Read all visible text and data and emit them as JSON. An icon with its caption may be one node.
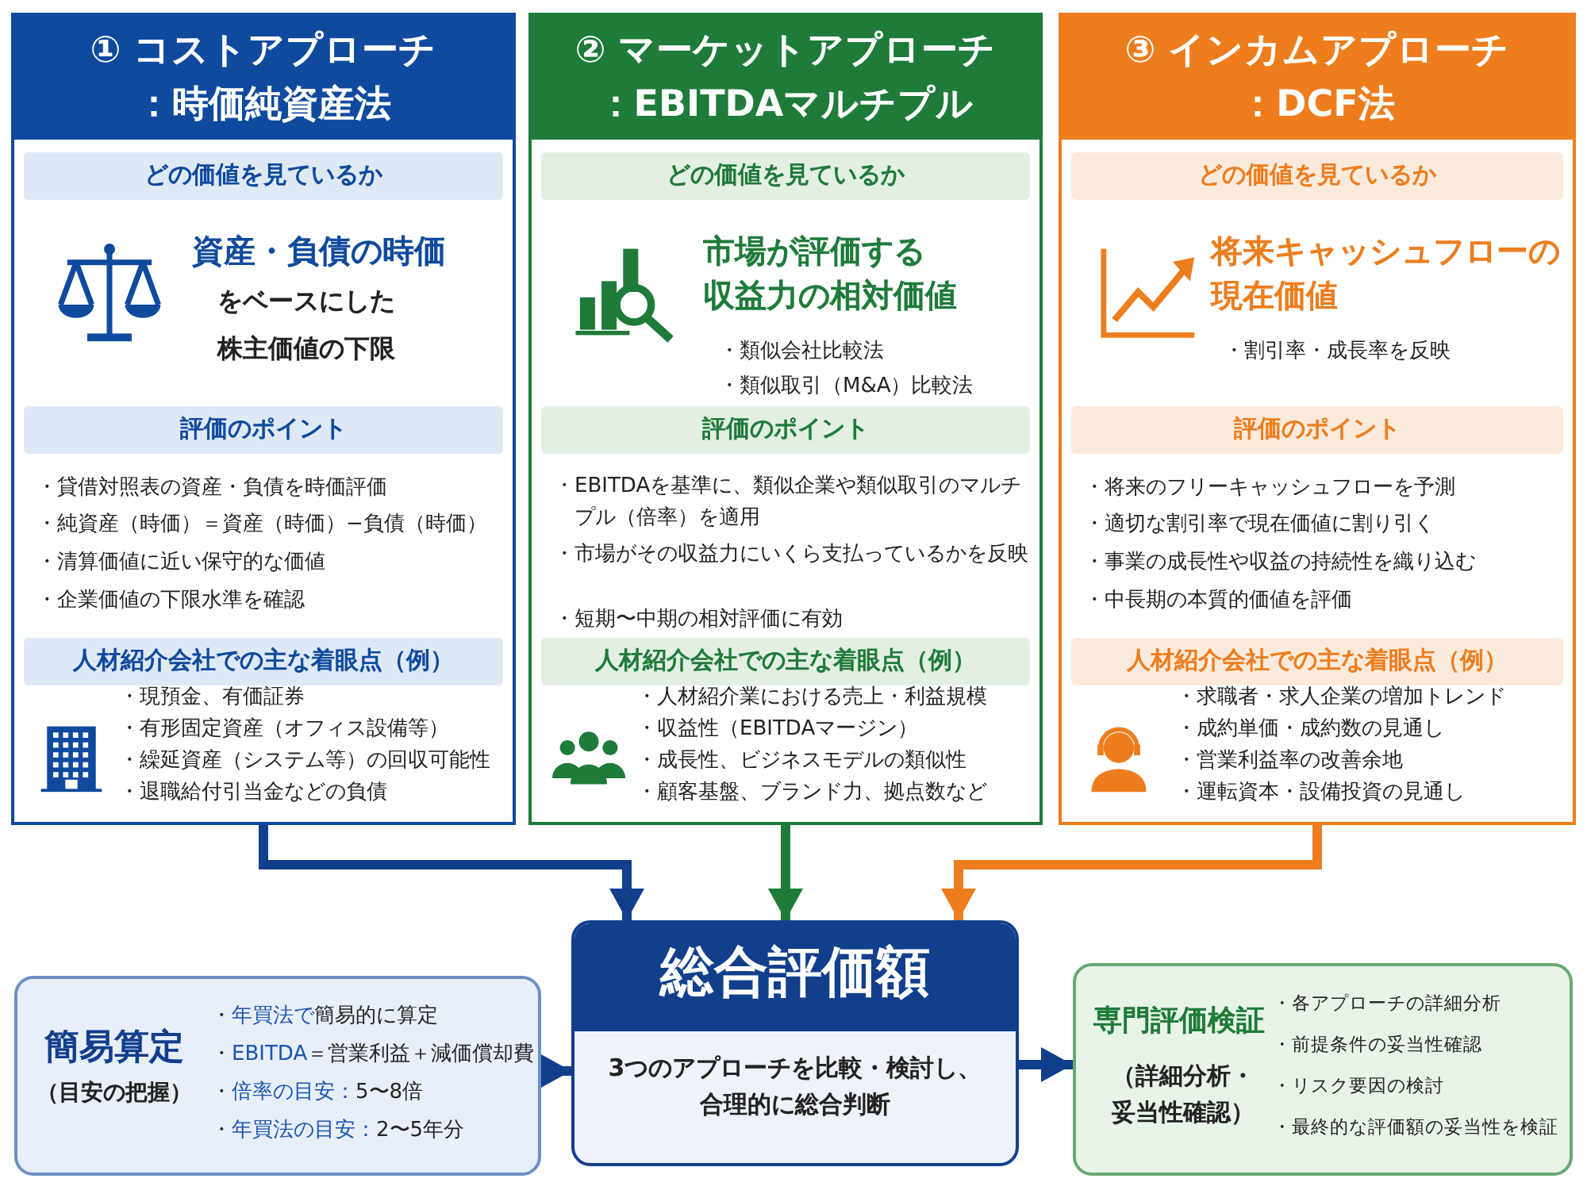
{
  "diagram": {
    "nodes": [
      {
        "text": [
          "① コストアプローチ",
          "：時価純資産法",
          "資産・負債の時価",
          "をベースにした",
          "株主価値の下限",
          "・貸借対照表の資産・負債を時価評価",
          "・純資産（時価）＝資産（時価）−負債（時価）",
          "・清算価値に近い保守的な価値",
          "・企業価値の下限水準を確認",
          "・現預金、有価証券",
          "・有形固定資産（オフィス設備等）",
          "・繰延資産（システム等）の回収可能性",
          "・退職給付引当金などの負債"
        ]
      },
      {
        "text": [
          "どの価値を見ているか"
        ],
        "in": 0
      },
      {
        "text": [
          "評価のポイント"
        ],
        "in": 0
      },
      {
        "text": [
          "人材紹介会社での主な着眼点（例）"
        ],
        "in": 0
      },
      {
        "text": [
          "② マーケットアプローチ",
          "：EBITDAマルチプル",
          "市場が評価する",
          "収益力の相対価値",
          "・類似会社比較法",
          "・類似取引（M&A）比較法",
          "・EBITDAを基準に、類似企業や類似取引のマルチプル（倍率）を適用",
          "・市場がその収益力にいくら支払っているかを反映",
          "・短期〜中期の相対評価に有効",
          "・人材紹介業における売上・利益規模",
          "・収益性（EBITDAマージン）",
          "・成長性、ビジネスモデルの類似性",
          "・顧客基盤、ブランド力、拠点数など"
        ]
      },
      {
        "text": [
          "どの価値を見ているか"
        ],
        "in": 4
      },
      {
        "text": [
          "評価のポイント"
        ],
        "in": 4
      },
      {
        "text": [
          "人材紹介会社での主な着眼点（例）"
        ],
        "in": 4
      },
      {
        "text": [
          "③ インカムアプローチ",
          "：DCF法",
          "将来キャッシュフローの",
          "現在価値",
          "・割引率・成長率を反映",
          "・将来のフリーキャッシュフローを予測",
          "・適切な割引率で現在価値に割り引く",
          "・事業の成長性や収益の持続性を織り込む",
          "・中長期の本質的価値を評価",
          "・求職者・求人企業の増加トレンド",
          "・成約単価・成約数の見通し",
          "・営業利益率の改善余地",
          "・運転資本・設備投資の見通し"
        ]
      },
      {
        "text": [
          "どの価値を見ているか"
        ],
        "in": 8
      },
      {
        "text": [
          "評価のポイント"
        ],
        "in": 8
      },
      {
        "text": [
          "人材紹介会社での主な着眼点（例）"
        ],
        "in": 8
      },
      {
        "text": [
          "簡易算定",
          "（目安の把握）",
          "・**年買法で**簡易的に算定",
          "・**EBITDA**＝営業利益＋減価償却費",
          "・**倍率の目安：**5〜8倍",
          "・**年買法の目安：**2〜5年分"
        ]
      },
      {
        "text": [
          "総合評価額",
          "3つのアプローチを比較・検討し、合理的に総合判断"
        ]
      },
      {
        "text": [
          "専門評価検証",
          "（詳細分析・妥当性確認）",
          "・各アプローチの詳細分析",
          "・前提条件の妥当性確認",
          "・リスク要因の検討",
          "・最終的な評価額の妥当性を検証"
        ]
      }
    ],
    "edges": [
      {
        "from": 0,
        "to": 13,
        "arrow": "to"
      },
      {
        "from": 4,
        "to": 13,
        "arrow": "to",
        "color": "#1e7b3a"
      },
      {
        "from": 8,
        "to": 13,
        "arrow": "to",
        "color": "#ee7d1e"
      },
      {
        "from": 12,
        "to": 13,
        "arrow": "to"
      },
      {
        "from": 13,
        "to": 14,
        "arrow": "to"
      }
    ]
  }
}
